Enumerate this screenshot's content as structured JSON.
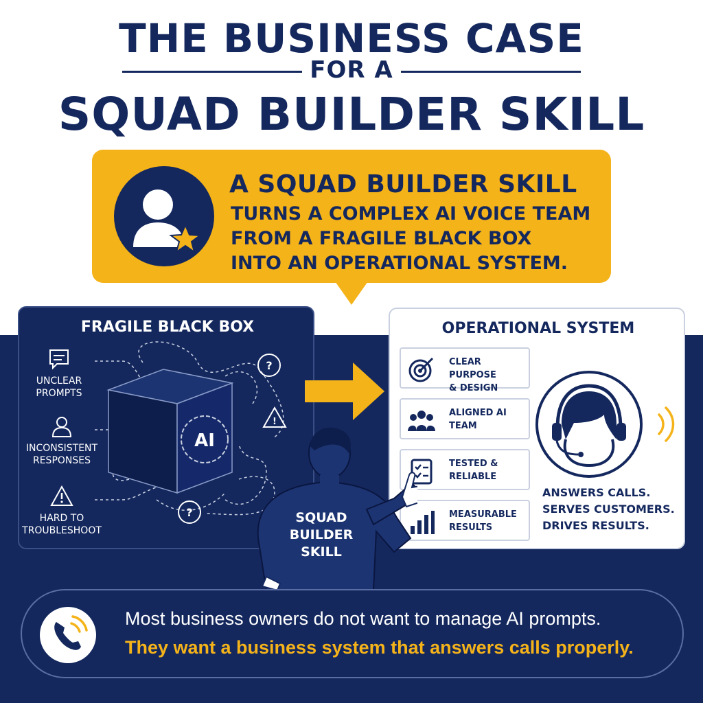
{
  "title": {
    "line1": "THE BUSINESS CASE",
    "line2": "FOR A",
    "line3": "SQUAD BUILDER SKILL"
  },
  "callout": {
    "heading": "A SQUAD BUILDER SKILL",
    "lines": [
      "TURNS A COMPLEX AI VOICE TEAM",
      "FROM A FRAGILE BLACK BOX",
      "INTO AN OPERATIONAL SYSTEM."
    ],
    "icon": "user-star-icon"
  },
  "left_panel": {
    "title": "FRAGILE BLACK BOX",
    "cube_label": "AI",
    "items": [
      {
        "icon": "chat-bubble-icon",
        "line1": "UNCLEAR",
        "line2": "PROMPTS"
      },
      {
        "icon": "person-icon",
        "line1": "INCONSISTENT",
        "line2": "RESPONSES"
      },
      {
        "icon": "warning-icon",
        "line1": "HARD TO",
        "line2": "TROUBLESHOOT"
      }
    ]
  },
  "right_panel": {
    "title": "OPERATIONAL SYSTEM",
    "features": [
      {
        "icon": "target-icon",
        "line1": "CLEAR PURPOSE",
        "line2": "& DESIGN"
      },
      {
        "icon": "team-icon",
        "line1": "ALIGNED AI",
        "line2": "TEAM"
      },
      {
        "icon": "checklist-icon",
        "line1": "TESTED &",
        "line2": "RELIABLE"
      },
      {
        "icon": "bar-chart-icon",
        "line1": "MEASURABLE",
        "line2": "RESULTS"
      }
    ],
    "agent_caption": [
      "ANSWERS CALLS.",
      "SERVES CUSTOMERS.",
      "DRIVES RESULTS."
    ]
  },
  "person": {
    "jacket_lines": [
      "SQUAD",
      "BUILDER",
      "SKILL"
    ]
  },
  "bottom": {
    "line1": "Most business owners do not want to manage AI prompts.",
    "line2": "They want a business system that answers calls properly."
  },
  "colors": {
    "navy": "#14285e",
    "yellow": "#f5b31a",
    "white": "#ffffff"
  }
}
